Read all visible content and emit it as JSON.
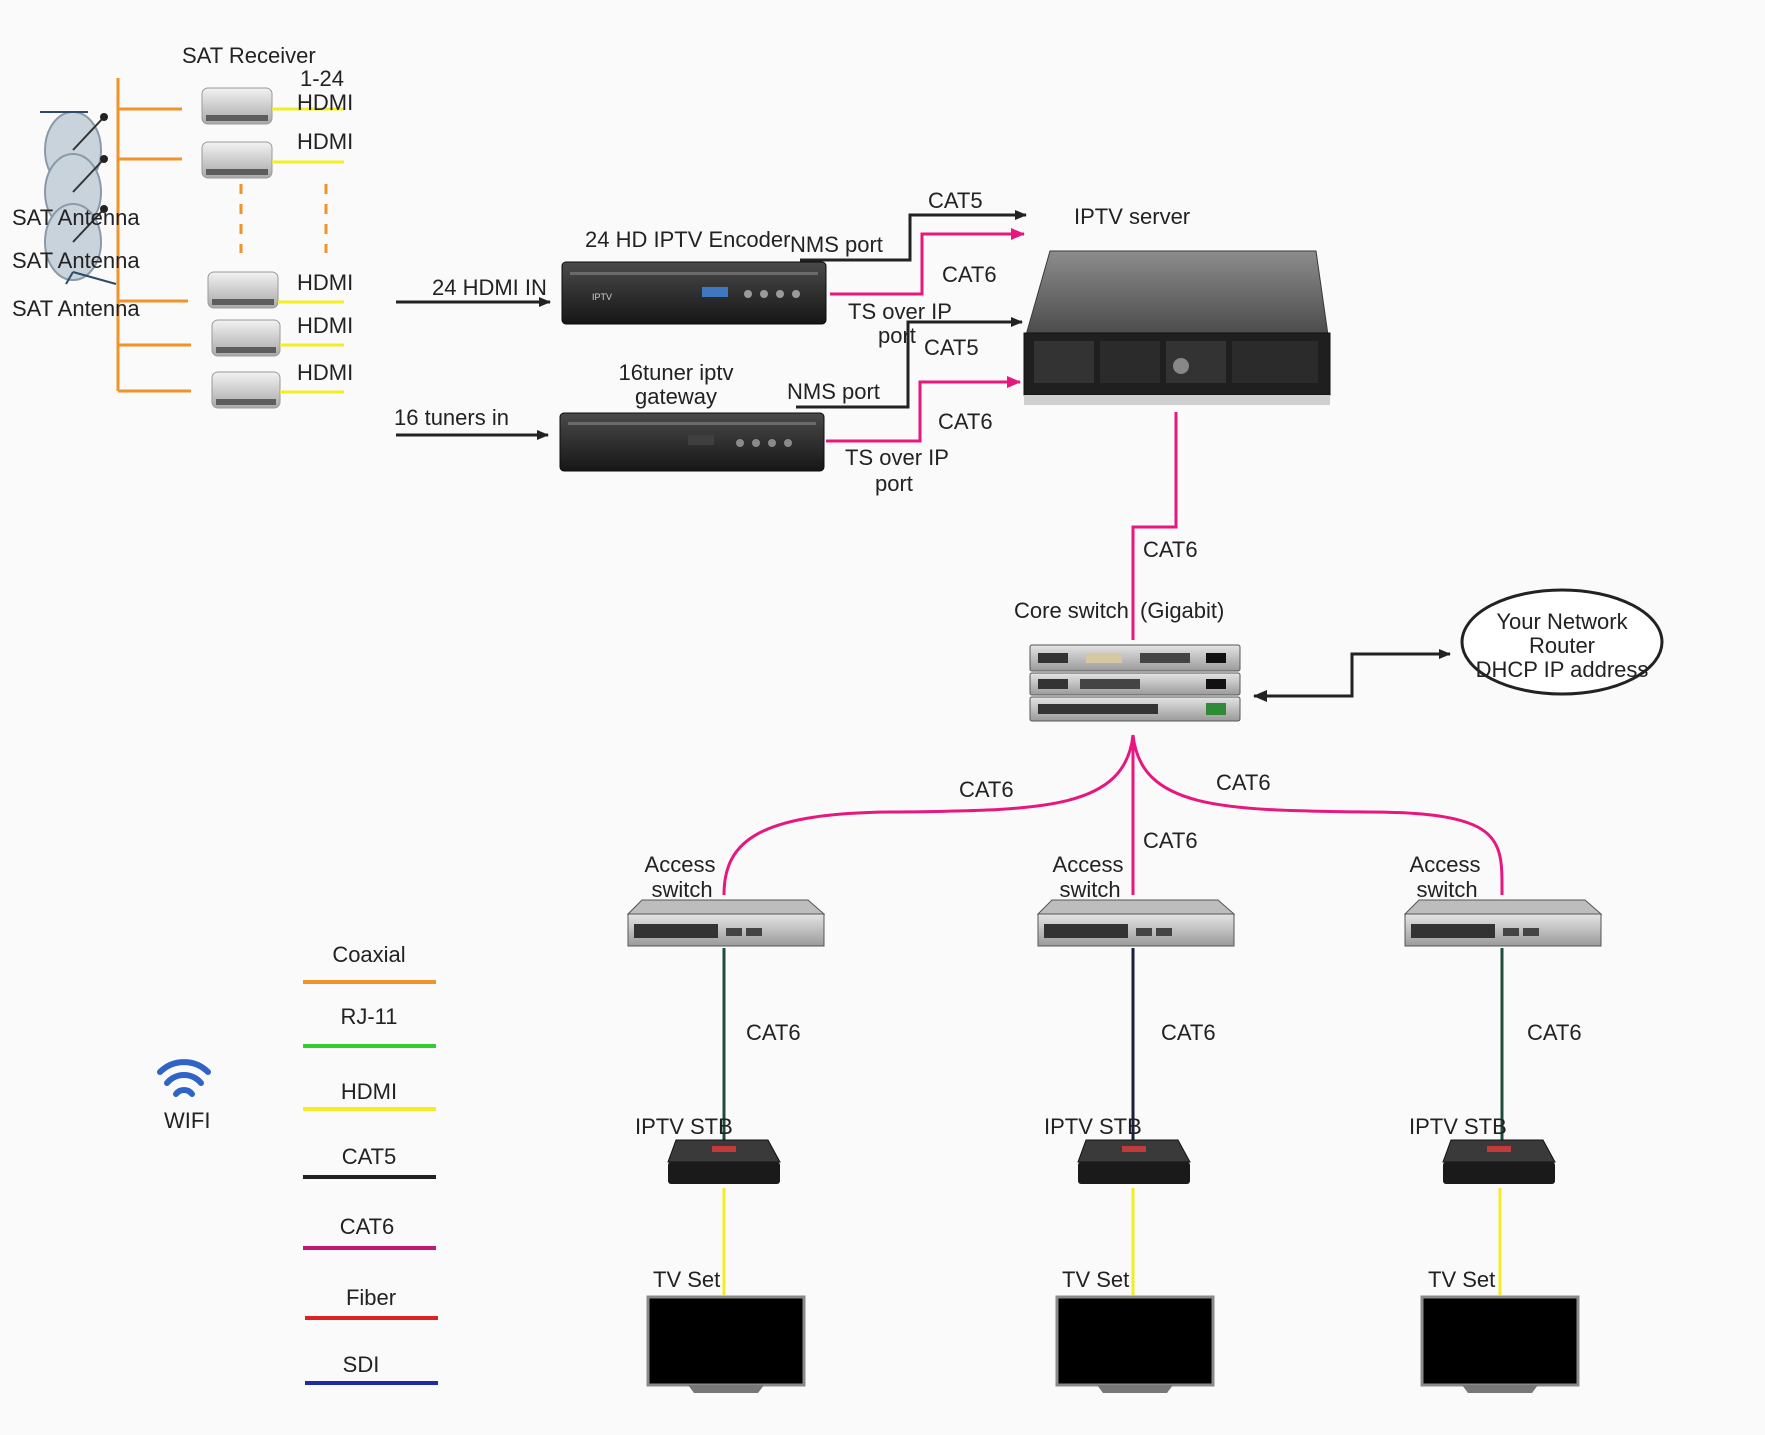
{
  "colors": {
    "coaxial": "#f0932b",
    "rj11": "#33cc33",
    "hdmi": "#f2ee22",
    "cat5": "#222222",
    "cat6": "#c0187a",
    "cat6_link": "#e6177f",
    "fiber": "#dd2222",
    "sdi": "#1f2aa8",
    "stb_drop": "#1f4d3a",
    "stb_drop_mid": "#1a1f3d",
    "wifi": "#2f63c7"
  },
  "satellite": {
    "receiver_title": "SAT Receiver",
    "channel_range": "1-24",
    "antenna_labels": [
      "SAT Antenna",
      "SAT Antenna",
      "SAT Antenna"
    ],
    "receiver_hdmi_labels": [
      "HDMI",
      "HDMI",
      "HDMI",
      "HDMI",
      "HDMI"
    ]
  },
  "encoder": {
    "title": "24 HD IPTV Encoder",
    "input_label": "24 HDMI IN",
    "nms_label": "NMS port",
    "ts_label_line1": "TS over IP",
    "ts_label_line2": "port",
    "cat5_label": "CAT5",
    "cat6_label": "CAT6"
  },
  "gateway": {
    "title_line1": "16tuner iptv",
    "title_line2": "gateway",
    "input_label": "16 tuners in",
    "nms_label": "NMS port",
    "ts_label_line1": "TS over IP",
    "ts_label_line2": "port",
    "cat5_label": "CAT5",
    "cat6_label": "CAT6"
  },
  "server": {
    "title": "IPTV server",
    "uplink_label": "CAT6"
  },
  "core_switch": {
    "title": "Core switch",
    "speed": "(Gigabit)"
  },
  "router": {
    "line1": "Your Network",
    "line2": "Router",
    "line3": "DHCP IP address"
  },
  "branches": [
    {
      "switch_line1": "Access",
      "switch_line2": "switch",
      "uplink_label": "CAT6",
      "drop_label": "CAT6",
      "stb_label": "IPTV STB",
      "tv_label": "TV Set"
    },
    {
      "switch_line1": "Access",
      "switch_line2": "switch",
      "uplink_label": "CAT6",
      "drop_label": "CAT6",
      "stb_label": "IPTV STB",
      "tv_label": "TV Set"
    },
    {
      "switch_line1": "Access",
      "switch_line2": "switch",
      "uplink_label": "CAT6",
      "drop_label": "CAT6",
      "stb_label": "IPTV STB",
      "tv_label": "TV Set"
    }
  ],
  "legend": [
    {
      "label": "Coaxial",
      "color_key": "coaxial"
    },
    {
      "label": "RJ-11",
      "color_key": "rj11"
    },
    {
      "label": "HDMI",
      "color_key": "hdmi"
    },
    {
      "label": "CAT5",
      "color_key": "cat5"
    },
    {
      "label": "CAT6",
      "color_key": "cat6"
    },
    {
      "label": "Fiber",
      "color_key": "fiber"
    },
    {
      "label": "SDI",
      "color_key": "sdi"
    }
  ],
  "wifi": {
    "label": "WIFI"
  }
}
